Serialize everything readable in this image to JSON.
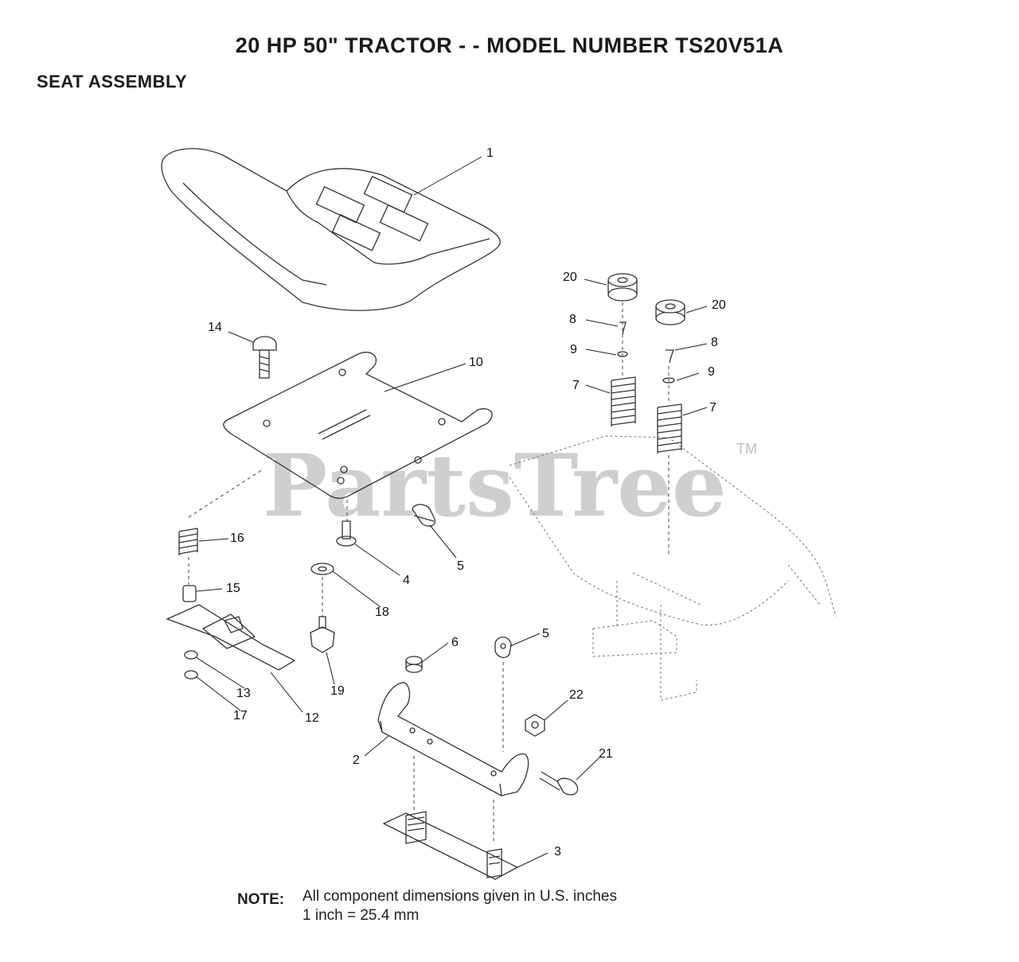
{
  "title": "20 HP 50\" TRACTOR - - MODEL NUMBER TS20V51A",
  "subtitle": "SEAT ASSEMBLY",
  "watermark": "PartsTree",
  "watermark_tm": "TM",
  "callouts": [
    "1",
    "20",
    "20",
    "8",
    "8",
    "9",
    "9",
    "7",
    "7",
    "14",
    "10",
    "16",
    "15",
    "4",
    "5",
    "18",
    "19",
    "13",
    "17",
    "12",
    "6",
    "5",
    "22",
    "2",
    "21",
    "3"
  ],
  "note": {
    "label": "NOTE:",
    "line1": "All component dimensions given in U.S. inches",
    "line2": "1 inch = 25.4 mm"
  }
}
